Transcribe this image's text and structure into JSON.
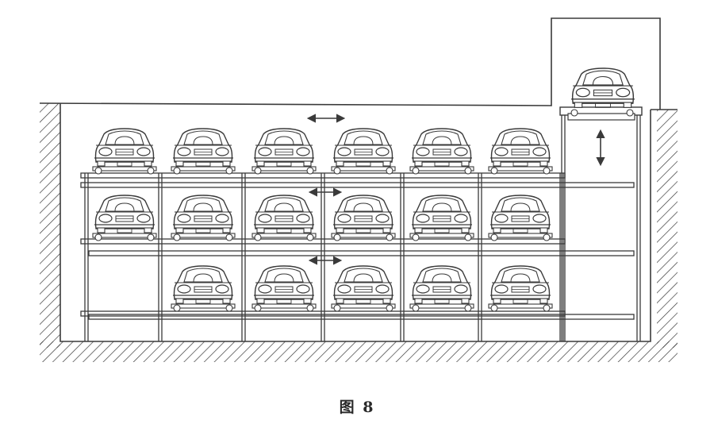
{
  "figure": {
    "caption": "图 8"
  },
  "diagram": {
    "line_color": "#3a3a3a",
    "background": "#ffffff",
    "parking_grid": {
      "levels": 3,
      "columns": 6,
      "cars": [
        {
          "level": 1,
          "column": 1
        },
        {
          "level": 1,
          "column": 2
        },
        {
          "level": 1,
          "column": 3
        },
        {
          "level": 1,
          "column": 4
        },
        {
          "level": 1,
          "column": 5
        },
        {
          "level": 1,
          "column": 6
        },
        {
          "level": 2,
          "column": 1
        },
        {
          "level": 2,
          "column": 2
        },
        {
          "level": 2,
          "column": 3
        },
        {
          "level": 2,
          "column": 4
        },
        {
          "level": 2,
          "column": 5
        },
        {
          "level": 2,
          "column": 6
        },
        {
          "level": 3,
          "column": 2
        },
        {
          "level": 3,
          "column": 3
        },
        {
          "level": 3,
          "column": 4
        },
        {
          "level": 3,
          "column": 5
        },
        {
          "level": 3,
          "column": 6
        }
      ]
    },
    "lift": {
      "cars_on_platform": 1,
      "motion_icon": "vertical-double-arrow-icon"
    },
    "shift_arrows": [
      "horizontal-double-arrow-icon",
      "horizontal-double-arrow-icon",
      "horizontal-double-arrow-icon"
    ]
  }
}
